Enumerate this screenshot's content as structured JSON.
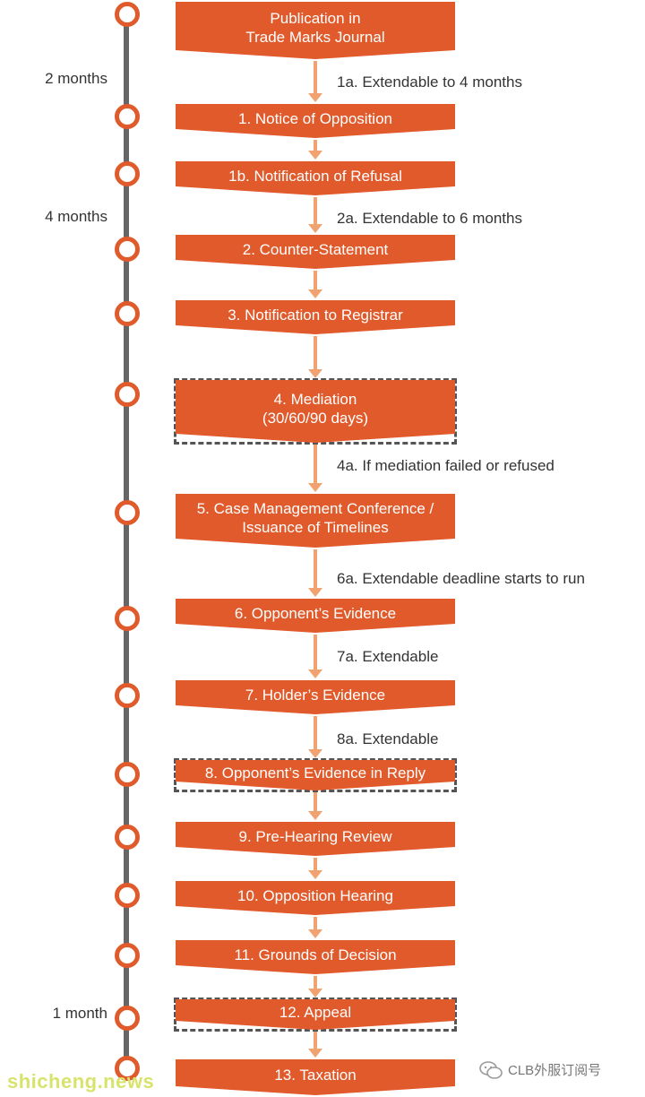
{
  "colors": {
    "accent": "#e05a2b",
    "arrow": "#f0a271",
    "line": "#666666"
  },
  "steps": [
    {
      "id": "publication",
      "text": "Publication in\nTrade Marks Journal",
      "dashed": false
    },
    {
      "id": "notice-of-opposition",
      "text": "1. Notice of Opposition",
      "dashed": false
    },
    {
      "id": "notification-of-refusal",
      "text": "1b. Notification of Refusal",
      "dashed": false
    },
    {
      "id": "counter-statement",
      "text": "2. Counter-Statement",
      "dashed": false
    },
    {
      "id": "notification-to-registrar",
      "text": "3. Notification to Registrar",
      "dashed": false
    },
    {
      "id": "mediation",
      "text": "4. Mediation\n(30/60/90 days)",
      "dashed": true
    },
    {
      "id": "case-management-conference",
      "text": "5. Case Management Conference /\nIssuance of Timelines",
      "dashed": false
    },
    {
      "id": "opponents-evidence",
      "text": "6. Opponent’s Evidence",
      "dashed": false
    },
    {
      "id": "holders-evidence",
      "text": "7. Holder’s Evidence",
      "dashed": false
    },
    {
      "id": "opponents-evidence-in-reply",
      "text": "8. Opponent’s Evidence in Reply",
      "dashed": true
    },
    {
      "id": "pre-hearing-review",
      "text": "9. Pre-Hearing Review",
      "dashed": false
    },
    {
      "id": "opposition-hearing",
      "text": "10. Opposition Hearing",
      "dashed": false
    },
    {
      "id": "grounds-of-decision",
      "text": "11. Grounds of Decision",
      "dashed": false
    },
    {
      "id": "appeal",
      "text": "12. Appeal",
      "dashed": true
    },
    {
      "id": "taxation",
      "text": "13. Taxation",
      "dashed": false
    }
  ],
  "arrow_notes": [
    "1a. Extendable to 4 months",
    "",
    "2a. Extendable to 6 months",
    "",
    "",
    "4a. If mediation failed or refused",
    "6a. Extendable deadline starts to run",
    "7a. Extendable",
    "8a. Extendable",
    "",
    "",
    "",
    "",
    ""
  ],
  "durations": [
    "2 months",
    "4 months",
    "1 month"
  ],
  "watermarks": {
    "left": "shicheng.news",
    "right": "CLB外服订阅号"
  }
}
